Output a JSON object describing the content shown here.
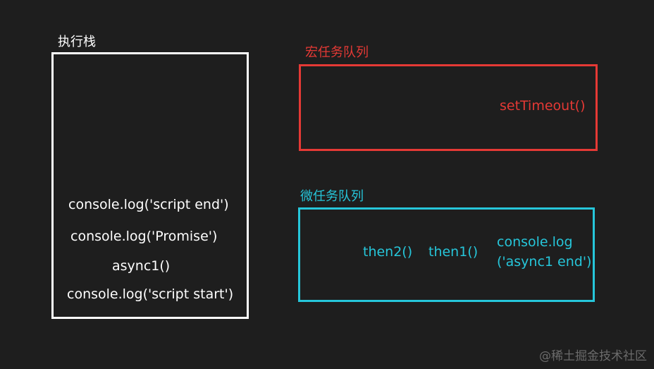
{
  "stack": {
    "title": "执行栈",
    "items": [
      "console.log('script end')",
      "console.log('Promise')",
      "async1()",
      "console.log('script start')"
    ]
  },
  "macro_queue": {
    "title": "宏任务队列",
    "items": [
      "setTimeout()"
    ]
  },
  "micro_queue": {
    "title": "微任务队列",
    "items": [
      "then2()",
      "then1()",
      "console.log",
      "('async1 end')"
    ]
  },
  "watermark": "@稀土掘金技术社区",
  "colors": {
    "background": "#1e1e1e",
    "stack": "#ffffff",
    "macro": "#e53935",
    "micro": "#26c6da"
  }
}
